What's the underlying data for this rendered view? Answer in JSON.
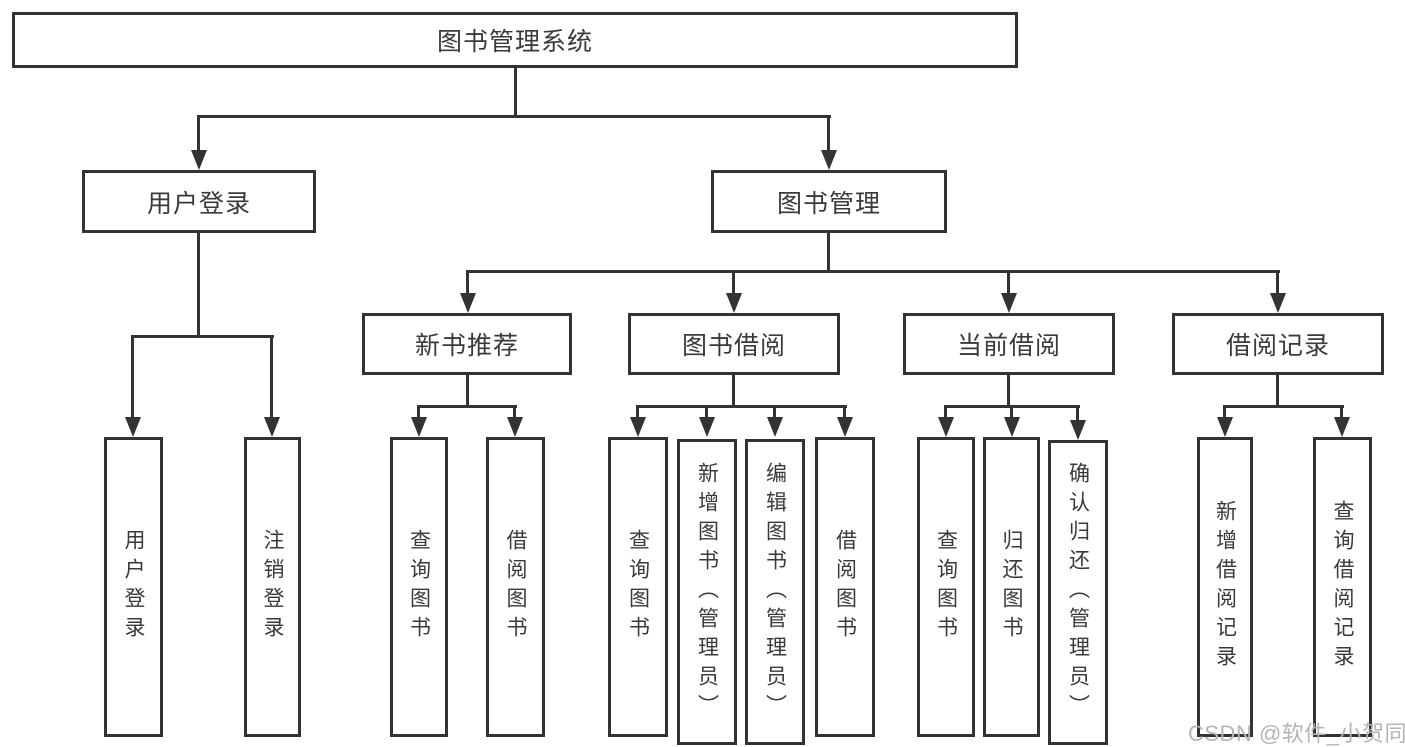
{
  "diagram_type": "hierarchy-tree",
  "colors": {
    "line": "#333333",
    "text": "#3a3a3a",
    "box_background": "#ffffff",
    "page_background": "#ffffff",
    "watermark": "#b5b5b5"
  },
  "watermark": {
    "text": "CSDN @软件_小贺同学"
  },
  "nodes": {
    "root": {
      "label": "图书管理系统"
    },
    "user_login": {
      "label": "用户登录"
    },
    "book_mgmt": {
      "label": "图书管理"
    },
    "new_book_rec": {
      "label": "新书推荐"
    },
    "book_borrow": {
      "label": "图书借阅"
    },
    "current_borrow": {
      "label": "当前借阅"
    },
    "borrow_records": {
      "label": "借阅记录"
    },
    "leaf_user_login": {
      "label": "用户登录"
    },
    "leaf_logout": {
      "label": "注销登录"
    },
    "leaf_query_book_1": {
      "label": "查询图书"
    },
    "leaf_borrow_book_1": {
      "label": "借阅图书"
    },
    "leaf_query_book_2": {
      "label": "查询图书"
    },
    "leaf_add_book": {
      "label": "新增图书（管理员）"
    },
    "leaf_edit_book": {
      "label": "编辑图书（管理员）"
    },
    "leaf_borrow_book_2": {
      "label": "借阅图书"
    },
    "leaf_query_book_3": {
      "label": "查询图书"
    },
    "leaf_return_book": {
      "label": "归还图书"
    },
    "leaf_confirm_return": {
      "label": "确认归还（管理员）"
    },
    "leaf_add_record": {
      "label": "新增借阅记录"
    },
    "leaf_query_record": {
      "label": "查询借阅记录"
    }
  },
  "hierarchy": {
    "root": "图书管理系统",
    "children": [
      {
        "label": "用户登录",
        "children": [
          "用户登录",
          "注销登录"
        ]
      },
      {
        "label": "图书管理",
        "children": [
          {
            "label": "新书推荐",
            "children": [
              "查询图书",
              "借阅图书"
            ]
          },
          {
            "label": "图书借阅",
            "children": [
              "查询图书",
              "新增图书（管理员）",
              "编辑图书（管理员）",
              "借阅图书"
            ]
          },
          {
            "label": "当前借阅",
            "children": [
              "查询图书",
              "归还图书",
              "确认归还（管理员）"
            ]
          },
          {
            "label": "借阅记录",
            "children": [
              "新增借阅记录",
              "查询借阅记录"
            ]
          }
        ]
      }
    ]
  }
}
